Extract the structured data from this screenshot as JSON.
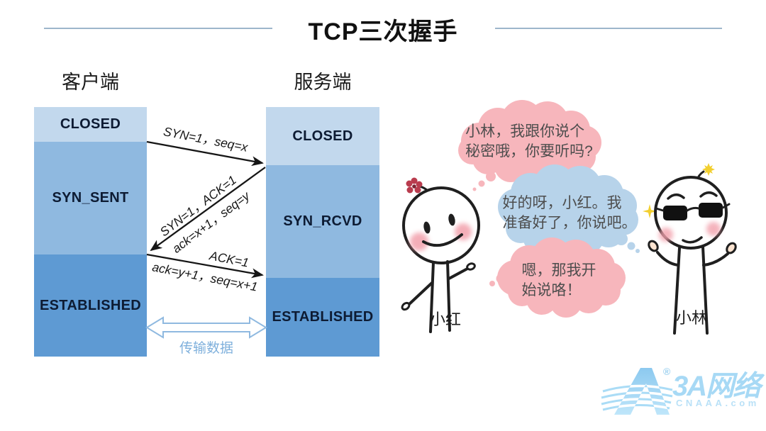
{
  "title": "TCP三次握手",
  "diagram": {
    "client": {
      "header": "客户端",
      "states": {
        "closed": "CLOSED",
        "syn_sent": "SYN_SENT",
        "established": "ESTABLISHED"
      }
    },
    "server": {
      "header": "服务端",
      "states": {
        "closed": "CLOSED",
        "syn_rcvd": "SYN_RCVD",
        "established": "ESTABLISHED"
      }
    },
    "messages": {
      "handshake1": "SYN=1，seq=x",
      "handshake2_line1": "SYN=1，ACK=1",
      "handshake2_line2": "ack=x+1，seq=y",
      "handshake3_line1": "ACK=1",
      "handshake3_line2": "ack=y+1，seq=x+1",
      "transfer": "传输数据"
    },
    "colors": {
      "state_light": "#C2D8ED",
      "state_medium": "#8FB9E0",
      "state_dark": "#5E9AD3",
      "arrow": "#161616",
      "transfer_arrow": "#8FB9E0"
    }
  },
  "conversation": {
    "bubble1": {
      "line1": "小林，我跟你说个",
      "line2": "秘密哦，你要听吗?",
      "color": "#F7B6BC"
    },
    "bubble2": {
      "line1": "好的呀，小红。我",
      "line2": "准备好了，你说吧。",
      "color": "#B7D3EA"
    },
    "bubble3": {
      "line1": "嗯，那我开",
      "line2": "始说咯！",
      "color": "#F7B6BC"
    },
    "character_left": {
      "name": "小红"
    },
    "character_right": {
      "name": "小林"
    }
  },
  "logo": {
    "registered": "®",
    "brand": "3A网络",
    "domain": "CNAAA.com",
    "color": "#A7D9F5"
  }
}
